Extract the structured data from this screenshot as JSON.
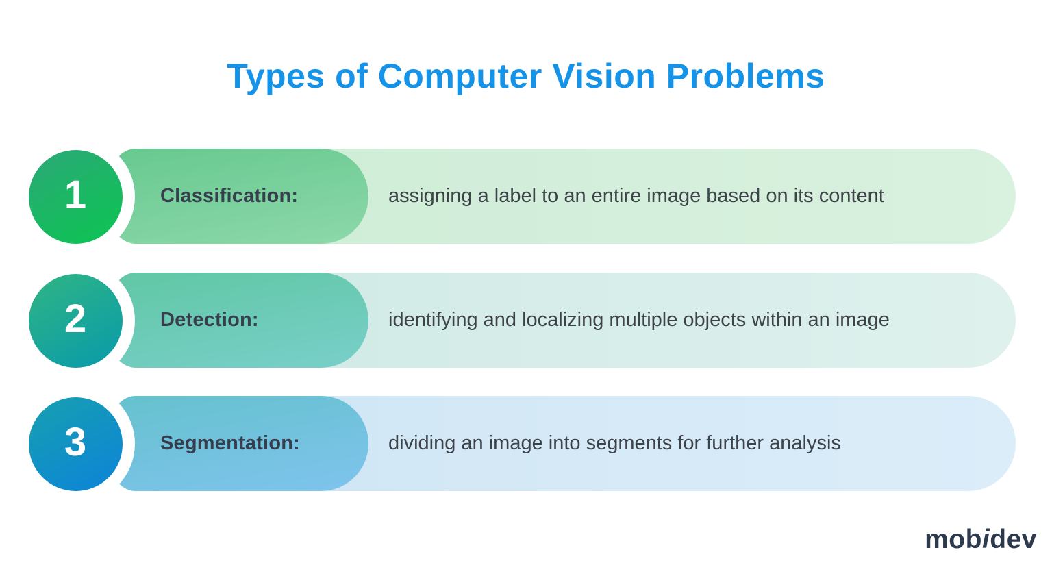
{
  "title": {
    "text": "Types of Computer Vision Problems",
    "color": "#1493e8"
  },
  "rows": [
    {
      "number": "1",
      "label": "Classification:",
      "description": "assigning a label to an entire image based on its content",
      "colors": {
        "circle_from": "#2ca878",
        "circle_to": "#0bc551",
        "pill_from": "#67c98f",
        "pill_to": "#8dd8aa",
        "bar_from": "#cdecd6",
        "bar_to": "#d9f1df"
      }
    },
    {
      "number": "2",
      "label": "Detection:",
      "description": "identifying and localizing multiple objects within an image",
      "colors": {
        "circle_from": "#30b584",
        "circle_to": "#089aab",
        "pill_from": "#60c7a4",
        "pill_to": "#79cfca",
        "bar_from": "#cfe9e5",
        "bar_to": "#def1ed"
      }
    },
    {
      "number": "3",
      "label": "Segmentation:",
      "description": "dividing an image into segments for further analysis",
      "colors": {
        "circle_from": "#17a0b0",
        "circle_to": "#0c83d9",
        "pill_from": "#65c2cd",
        "pill_to": "#7fc3ee",
        "bar_from": "#cfe5f4",
        "bar_to": "#dbedf9"
      }
    }
  ],
  "logo": {
    "prefix": "mob",
    "accent": "i",
    "suffix": "dev",
    "color": "#2d3a4d"
  }
}
